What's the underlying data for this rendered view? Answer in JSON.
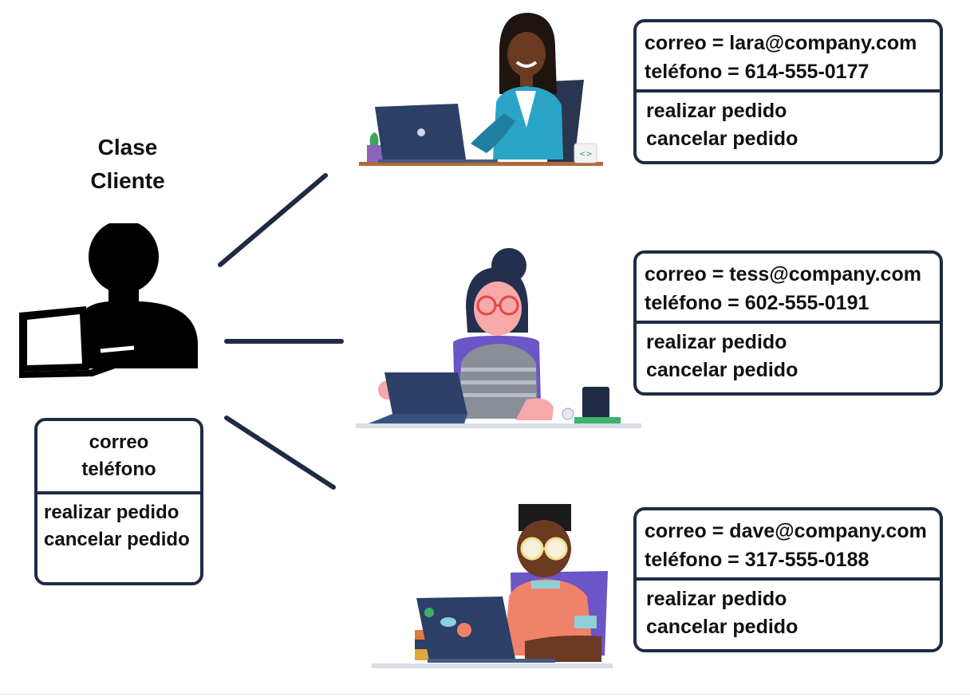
{
  "class": {
    "title_line1": "Clase",
    "title_line2": "Cliente",
    "attributes": [
      "correo",
      "teléfono"
    ],
    "methods": [
      "realizar pedido",
      "cancelar pedido"
    ]
  },
  "instances": [
    {
      "email": "correo = lara@company.com",
      "phone": "teléfono = 614-555-0177",
      "methods": [
        "realizar pedido",
        "cancelar pedido"
      ]
    },
    {
      "email": "correo = tess@company.com",
      "phone": "teléfono = 602-555-0191",
      "methods": [
        "realizar pedido",
        "cancelar pedido"
      ]
    },
    {
      "email": "correo = dave@company.com",
      "phone": "teléfono = 317-555-0188",
      "methods": [
        "realizar pedido",
        "cancelar pedido"
      ]
    }
  ],
  "colors": {
    "box_border": "#1f2a44",
    "connector": "#1f2a44",
    "text": "#111111"
  },
  "icons": {
    "class_illustration": "person-with-laptop-silhouette-icon",
    "instance_1": "woman-at-laptop-illustration",
    "instance_2": "woman-with-tablet-illustration",
    "instance_3": "man-at-laptop-illustration"
  }
}
